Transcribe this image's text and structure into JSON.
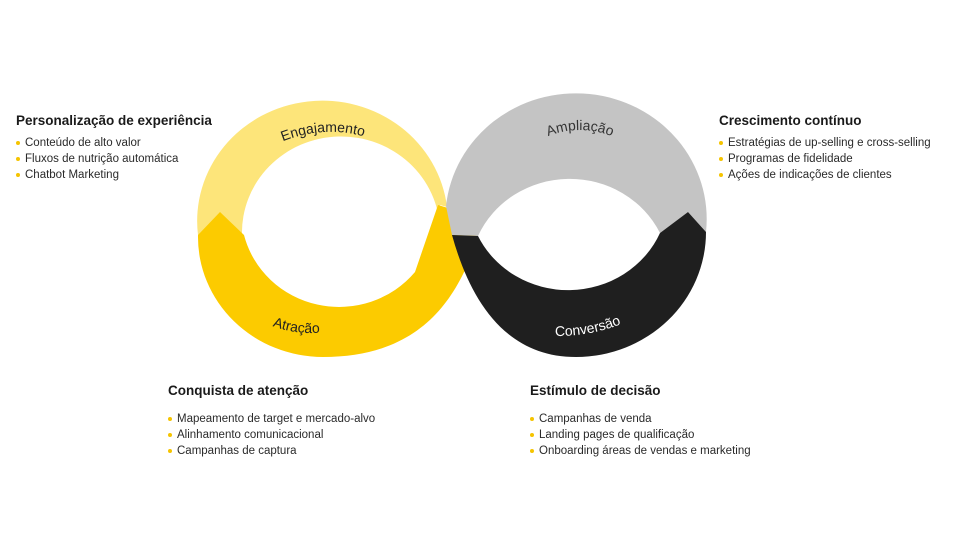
{
  "colors": {
    "engajamento": "#fde57a",
    "atracao": "#fccb00",
    "ampliacao": "#c4c4c4",
    "conversao": "#1f1f1f",
    "bullet": "#f5c400"
  },
  "stages": {
    "engajamento": "Engajamento",
    "atracao": "Atração",
    "ampliacao": "Ampliação",
    "conversao": "Conversão"
  },
  "blocks": {
    "personalizacao": {
      "title": "Personalização de experiência",
      "items": [
        "Conteúdo de alto valor",
        "Fluxos de nutrição automática",
        "Chatbot Marketing"
      ]
    },
    "crescimento": {
      "title": "Crescimento contínuo",
      "items": [
        "Estratégias de up-selling e cross-selling",
        "Programas de fidelidade",
        "Ações de indicações de clientes"
      ]
    },
    "conquista": {
      "title": "Conquista de atenção",
      "items": [
        "Mapeamento de target e mercado-alvo",
        "Alinhamento comunicacional",
        "Campanhas de captura"
      ]
    },
    "estimulo": {
      "title": "Estímulo de decisão",
      "items": [
        "Campanhas de venda",
        "Landing pages de qualificação",
        "Onboarding áreas de vendas e marketing"
      ]
    }
  }
}
